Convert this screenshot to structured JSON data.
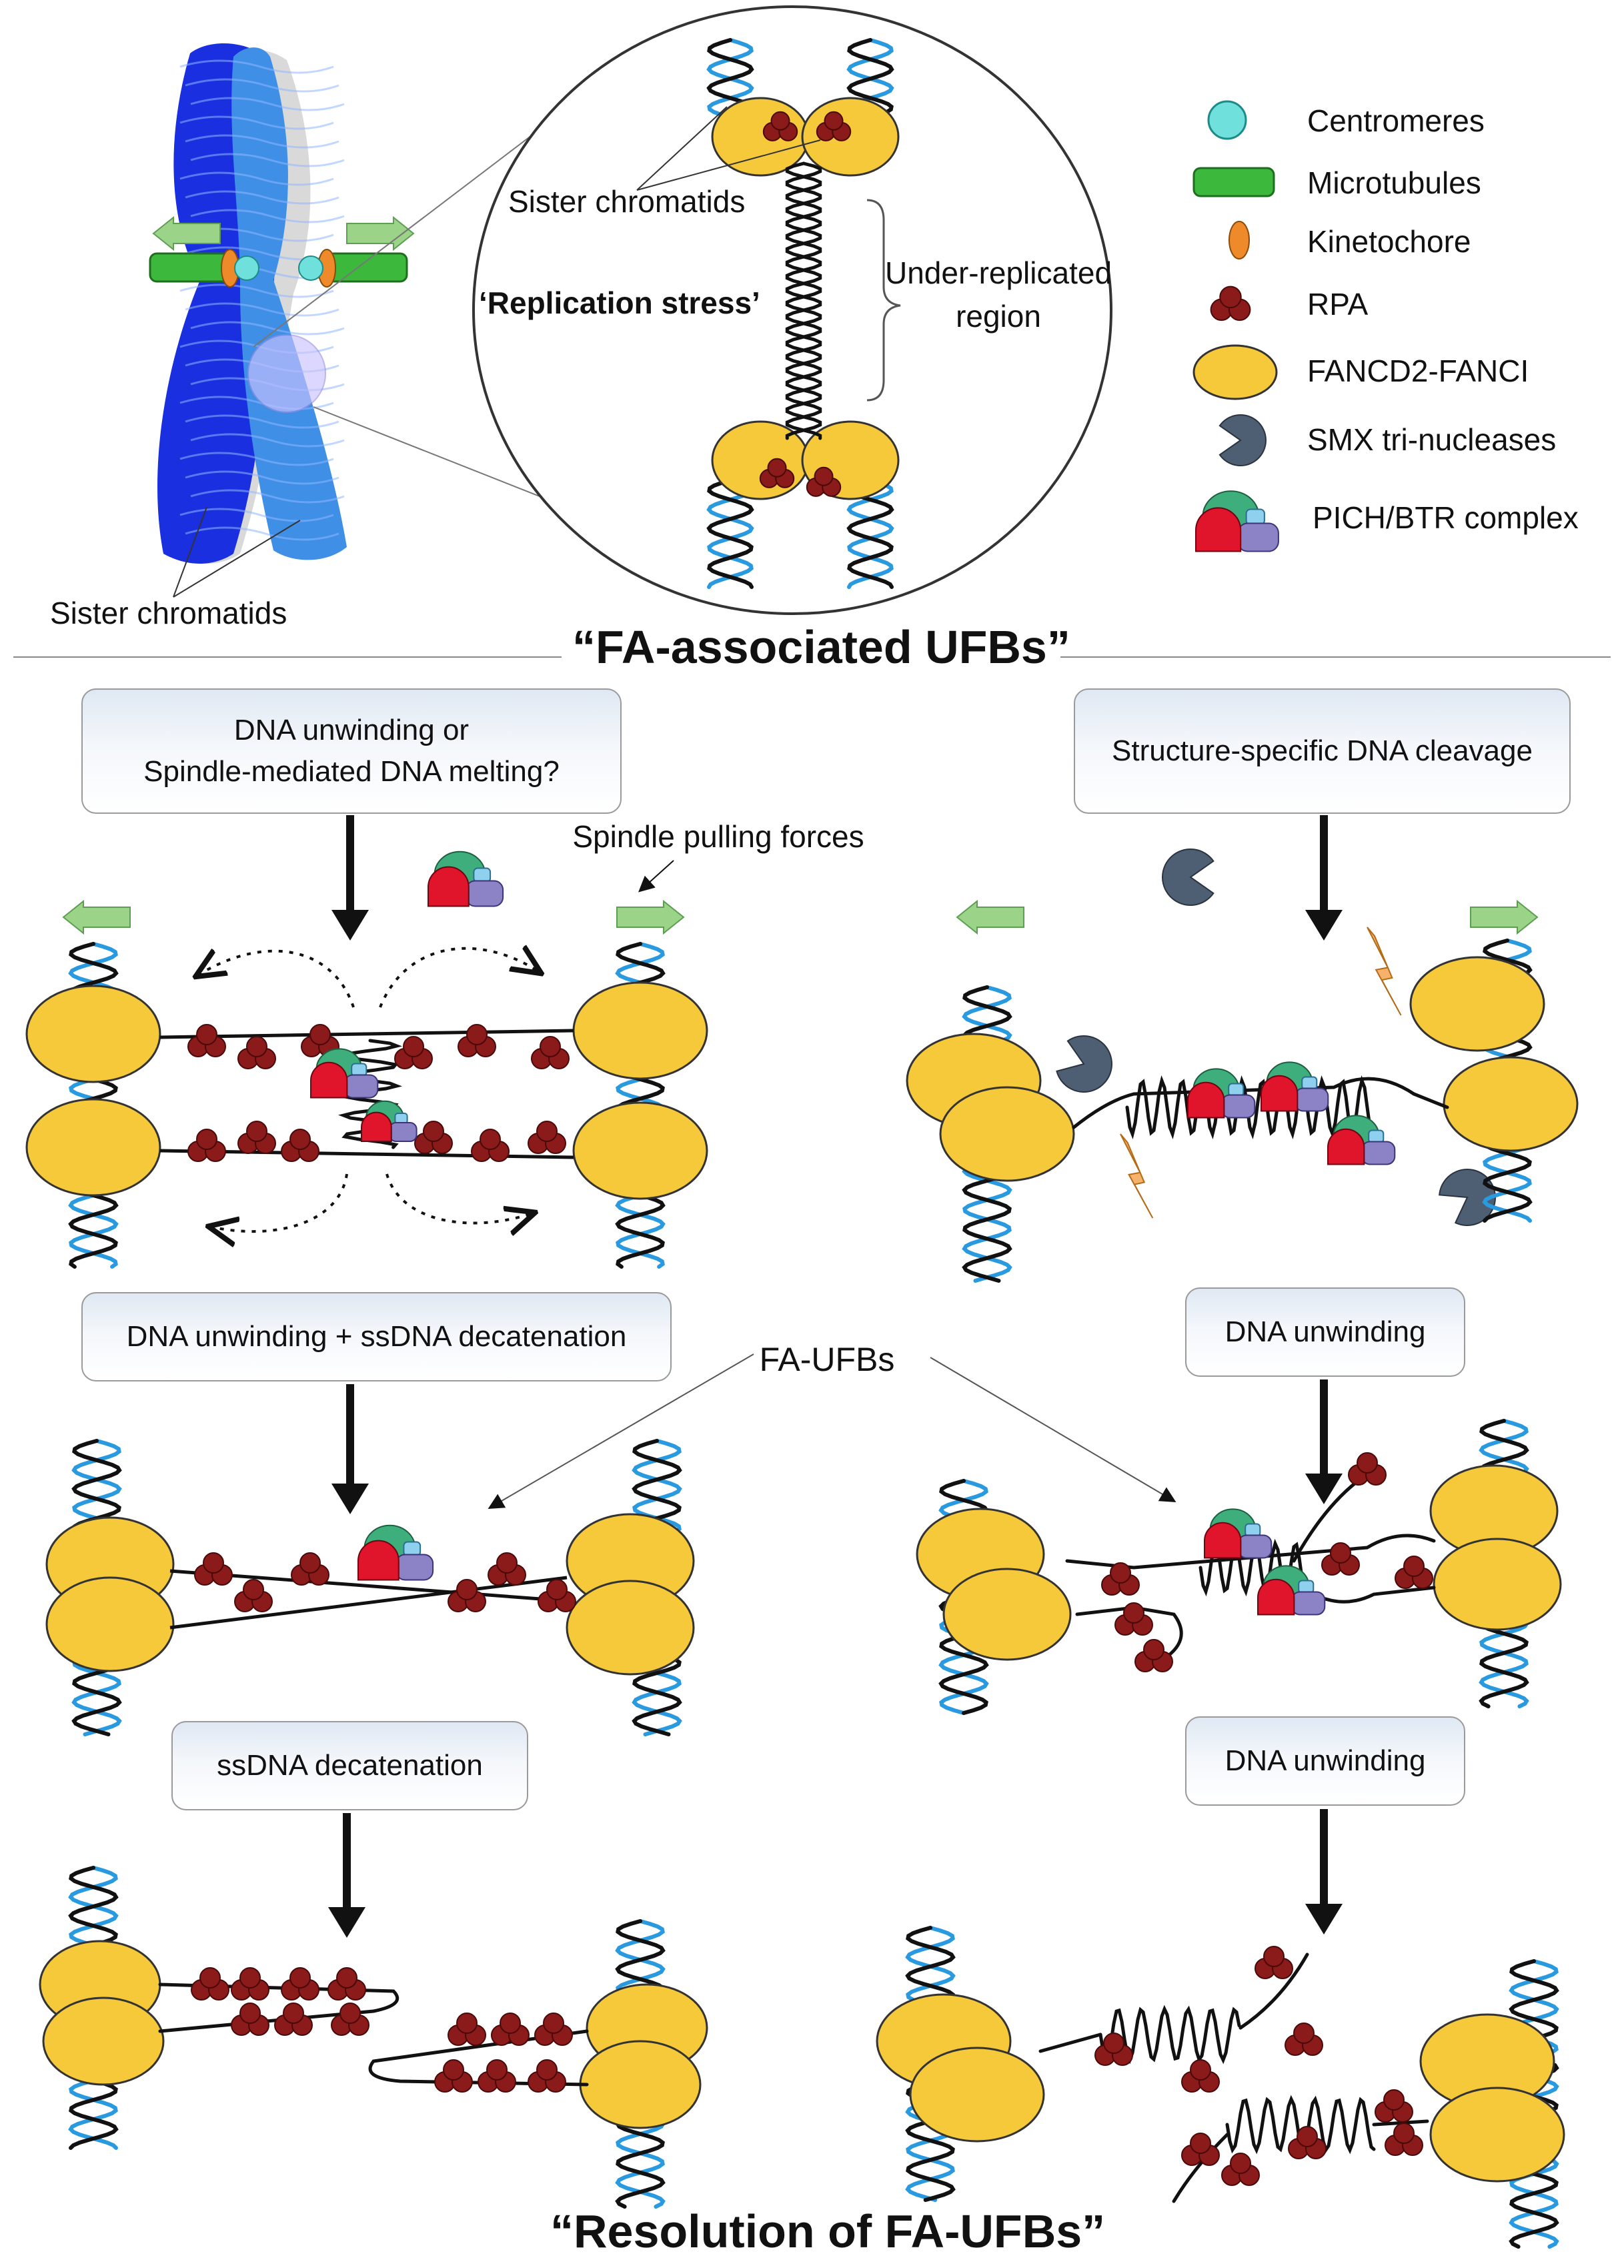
{
  "titles": {
    "section_1": "“FA-associated UFBs”",
    "section_2": "“Resolution of FA-UFBs”"
  },
  "top": {
    "sister_chromatids_left": "Sister chromatids",
    "sister_chromatids_zoom": "Sister chromatids",
    "replication_stress": "‘Replication stress’",
    "under_replicated_1": "Under-replicated",
    "under_replicated_2": "region"
  },
  "legend": {
    "items": [
      {
        "label": "Centromeres",
        "icon": "centromere-icon"
      },
      {
        "label": "Microtubules",
        "icon": "microtubule-icon"
      },
      {
        "label": "Kinetochore",
        "icon": "kinetochore-icon"
      },
      {
        "label": "RPA",
        "icon": "rpa-icon"
      },
      {
        "label": "FANCD2-FANCI",
        "icon": "fancd2-fanci-icon"
      },
      {
        "label": "SMX tri-nucleases",
        "icon": "smx-icon"
      },
      {
        "label": "PICH/BTR complex",
        "icon": "pich-btr-icon"
      }
    ]
  },
  "boxes": {
    "left_top": "DNA unwinding or\nSpindle-mediated DNA melting?",
    "right_top": "Structure-specific DNA cleavage",
    "left_mid": "DNA unwinding + ssDNA decatenation",
    "right_mid": "DNA unwinding",
    "left_low": "ssDNA decatenation",
    "right_low": "DNA unwinding"
  },
  "labels": {
    "spindle_pulling": "Spindle pulling forces",
    "fa_ufbs": "FA-UFBs"
  },
  "colors": {
    "chromatid_dark": "#1a2fe0",
    "chromatid_light": "#3f8fe6",
    "dna_blue": "#2a9ae0",
    "fancd2": "#f5c93a",
    "rpa": "#8b1a1a",
    "arrow_green": "#9bd389",
    "pich_green": "#3fae7d",
    "pich_red": "#e0142a",
    "btr_purple": "#8c83c7",
    "btr_cyan": "#8fd0ef",
    "smx": "#4f5f73",
    "centromere": "#6fe0dc",
    "kinetochore": "#ef8a2a",
    "microtubule": "#3cb83c"
  }
}
